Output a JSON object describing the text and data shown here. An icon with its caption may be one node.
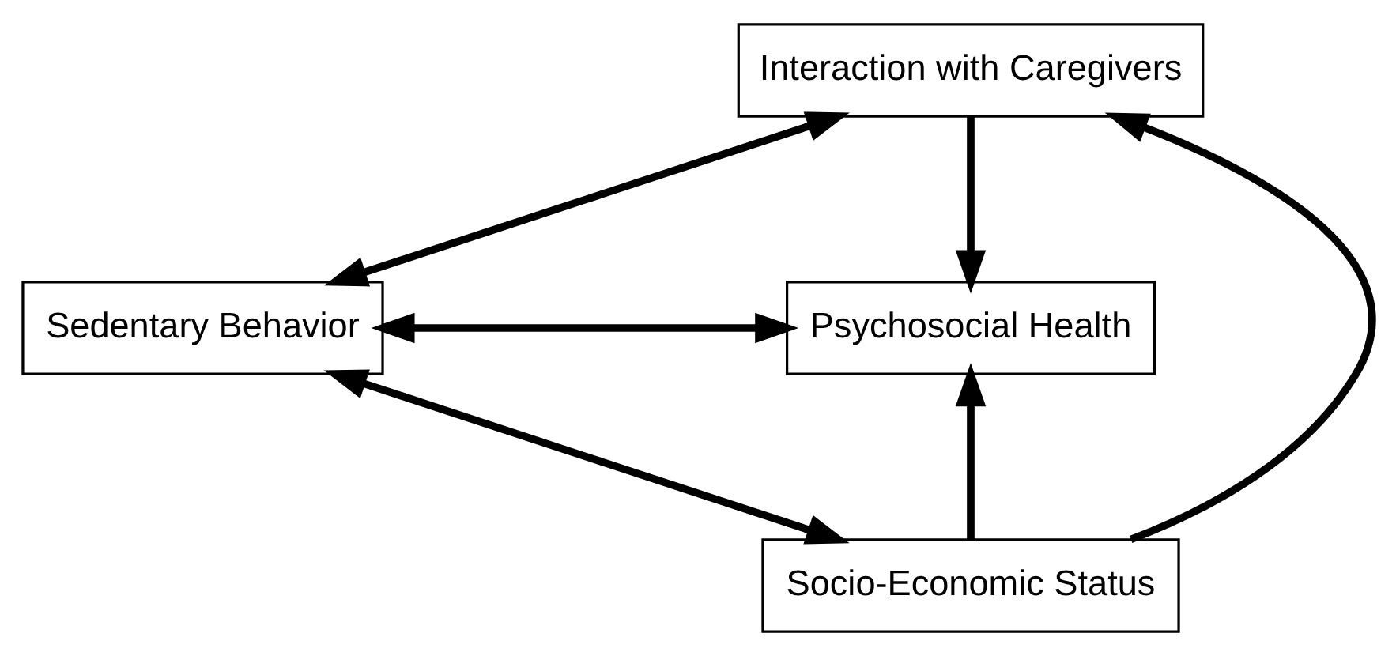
{
  "diagram": {
    "nodes": [
      {
        "text": [
          "Interaction with Caregivers"
        ]
      },
      {
        "text": [
          "Sedentary Behavior"
        ]
      },
      {
        "text": [
          "Psychosocial Health"
        ]
      },
      {
        "text": [
          "Socio-Economic Status"
        ]
      }
    ],
    "edges": [
      {
        "from": 0,
        "to": 1,
        "arrow": "both"
      },
      {
        "from": 0,
        "to": 2,
        "arrow": "to"
      },
      {
        "from": 1,
        "to": 2,
        "arrow": "both"
      },
      {
        "from": 3,
        "to": 0,
        "arrow": "to"
      },
      {
        "from": 1,
        "to": 3,
        "arrow": "both"
      },
      {
        "from": 3,
        "to": 2,
        "arrow": "to"
      }
    ]
  }
}
